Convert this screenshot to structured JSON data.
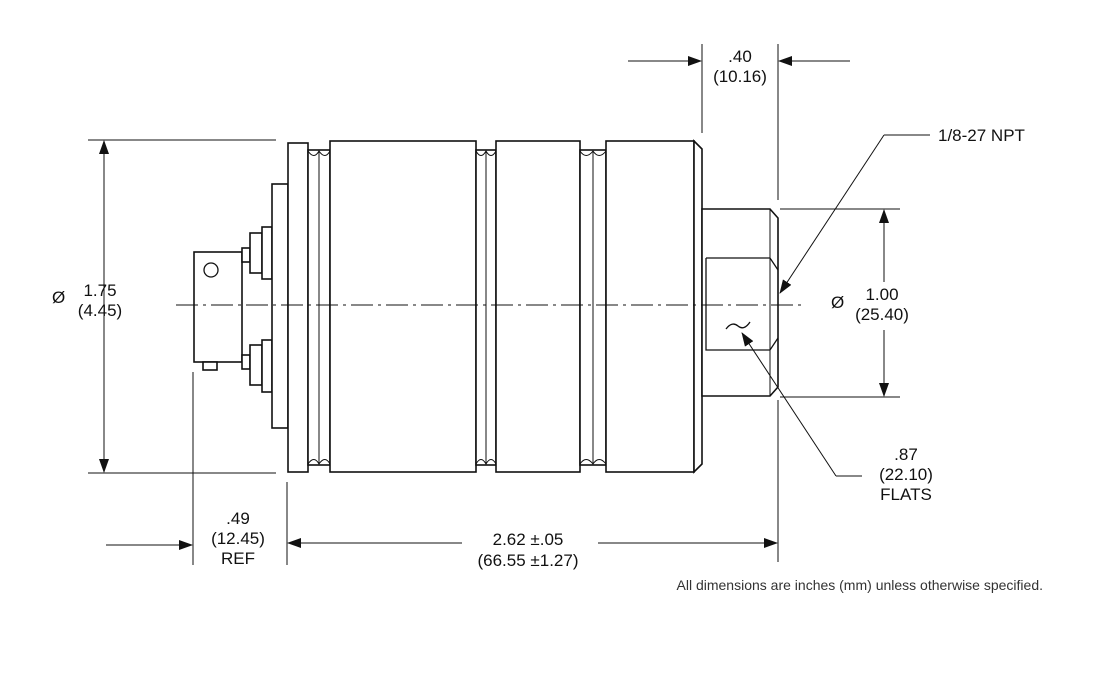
{
  "dimensions": {
    "body_diameter": {
      "symbol": "Ø",
      "inch": "1.75",
      "mm": "(4.45)"
    },
    "port_diameter": {
      "symbol": "Ø",
      "inch": "1.00",
      "mm": "(25.40)"
    },
    "port_length": {
      "inch": ".40",
      "mm": "(10.16)"
    },
    "thread": {
      "label": "1/8-27 NPT"
    },
    "flats": {
      "inch": ".87",
      "mm": "(22.10)",
      "note": "FLATS"
    },
    "connector_offset": {
      "inch": ".49",
      "mm": "(12.45)",
      "note": "REF"
    },
    "overall_length": {
      "inch": "2.62 ±.05",
      "mm": "(66.55 ±1.27)"
    }
  },
  "footnote": "All dimensions are inches (mm) unless otherwise specified."
}
